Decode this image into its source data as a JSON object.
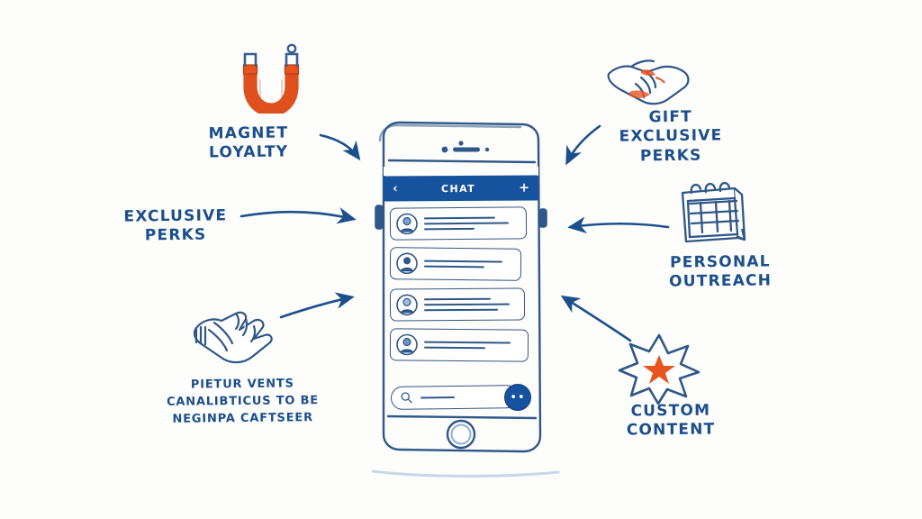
{
  "canvas": {
    "background": "#fdfdfc",
    "ink": "#1c4f8c",
    "accent": "#e8541e",
    "brand_blue": "#16529e"
  },
  "labels": {
    "magnet_loyalty": "MAGNET LOYALTY",
    "exclusive_perks": "EXCLUSIVE\nPERKS",
    "gift_exclusive_perks": "GIFT EXCLUSIVE\nPERKS",
    "personal_outreach": "PERSONAL OUTREACH",
    "custom_content": "CUSTOM CONTENT",
    "garbled_note": "PIETUR VENTS\nCANALIBTICUS TO BE\nNEGINPA CAFTSEER"
  },
  "icons": {
    "magnet": "horseshoe-magnet-icon",
    "handshake": "handshake-icon",
    "calendar": "calendar-icon",
    "starburst": "star-burst-icon",
    "hands": "open-hands-icon"
  },
  "phone": {
    "app_bar": {
      "back": "‹",
      "title": "CHAT",
      "add": "+"
    },
    "chat_rows": [
      {
        "avatar": "avatar-person-1",
        "lines": 3
      },
      {
        "avatar": "avatar-person-2",
        "lines": 2
      },
      {
        "avatar": "avatar-person-3",
        "lines": 3
      },
      {
        "avatar": "avatar-person-4",
        "lines": 2
      }
    ],
    "composer": {
      "search_icon": "search-icon",
      "send_icon": "••"
    }
  }
}
